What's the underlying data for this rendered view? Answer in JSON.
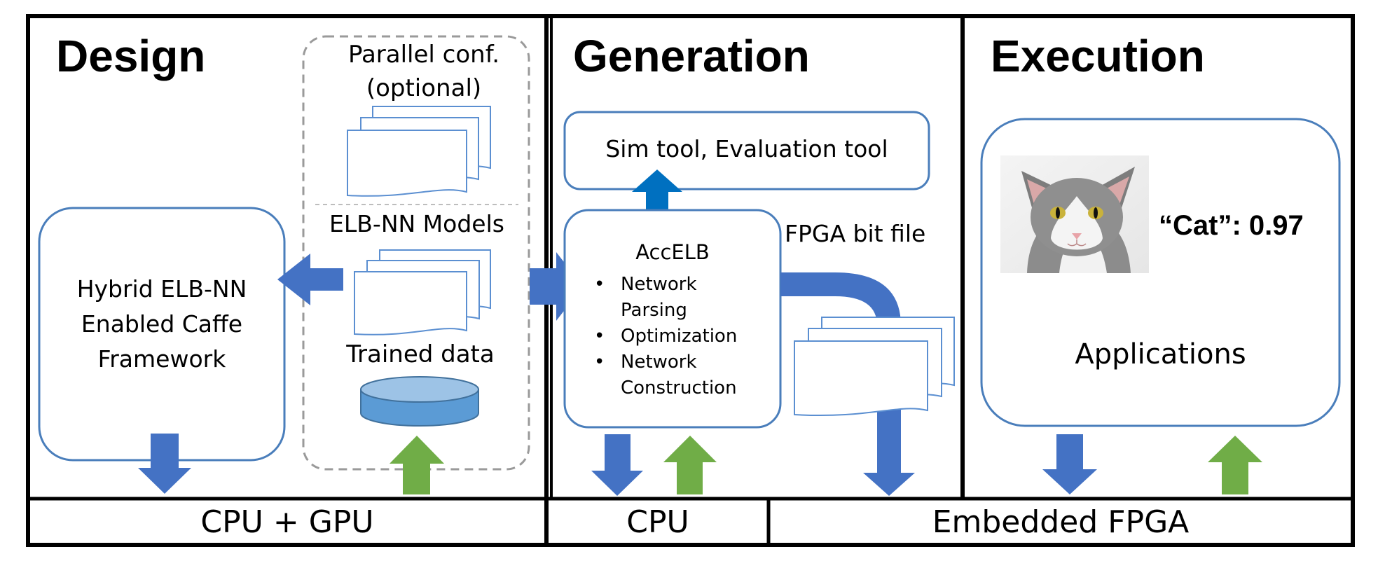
{
  "sections": {
    "design": {
      "title": "Design"
    },
    "generation": {
      "title": "Generation"
    },
    "execution": {
      "title": "Execution"
    }
  },
  "design": {
    "parallel_conf": {
      "line1": "Parallel conf.",
      "line2": "(optional)"
    },
    "models_label": "ELB-NN Models",
    "trained_data_label": "Trained data",
    "framework": {
      "line1": "Hybrid ELB-NN",
      "line2": "Enabled Caffe",
      "line3": "Framework"
    }
  },
  "generation": {
    "sim_tool_label": "Sim tool, Evaluation tool",
    "accelb_title": "AccELB",
    "accelb_items": [
      {
        "line1": "Network",
        "line2": "Parsing"
      },
      {
        "line1": "Optimization",
        "line2": ""
      },
      {
        "line1": "Network",
        "line2": "Construction"
      }
    ],
    "bitfile_label": "FPGA bit file"
  },
  "execution": {
    "prediction_label": "“Cat”: 0.97",
    "applications_label": "Applications"
  },
  "platforms": {
    "cpu_gpu": "CPU + GPU",
    "cpu": "CPU",
    "embedded_fpga": "Embedded FPGA"
  },
  "colors": {
    "blue_arrow": "#4472C4",
    "green_arrow": "#70AD47",
    "box_outline": "#4A7EBB",
    "double_arrow": "#0070C0",
    "cylinder_fill": "#5B9BD5"
  }
}
